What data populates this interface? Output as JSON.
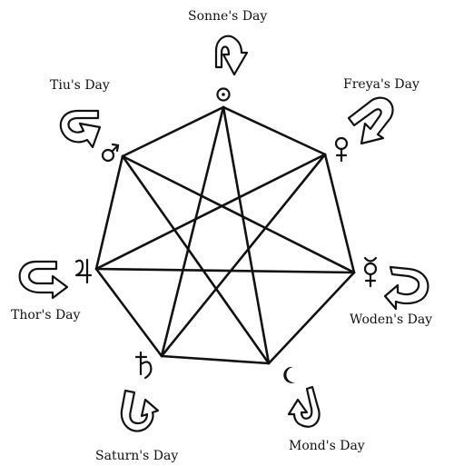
{
  "diagram": {
    "days": [
      {
        "key": "sun",
        "label": "Sonne's Day",
        "symbol": "sun-symbol"
      },
      {
        "key": "venus",
        "label": "Freya's Day",
        "symbol": "venus-symbol"
      },
      {
        "key": "mercury",
        "label": "Woden's Day",
        "symbol": "mercury-symbol"
      },
      {
        "key": "moon",
        "label": "Mond's Day",
        "symbol": "moon-symbol"
      },
      {
        "key": "saturn",
        "label": "Saturn's Day",
        "symbol": "saturn-symbol"
      },
      {
        "key": "jupiter",
        "label": "Thor's Day",
        "symbol": "jupiter-symbol"
      },
      {
        "key": "mars",
        "label": "Tiu's Day",
        "symbol": "mars-symbol"
      }
    ],
    "colors": {
      "ink": "#111111",
      "paper": "#ffffff"
    }
  }
}
